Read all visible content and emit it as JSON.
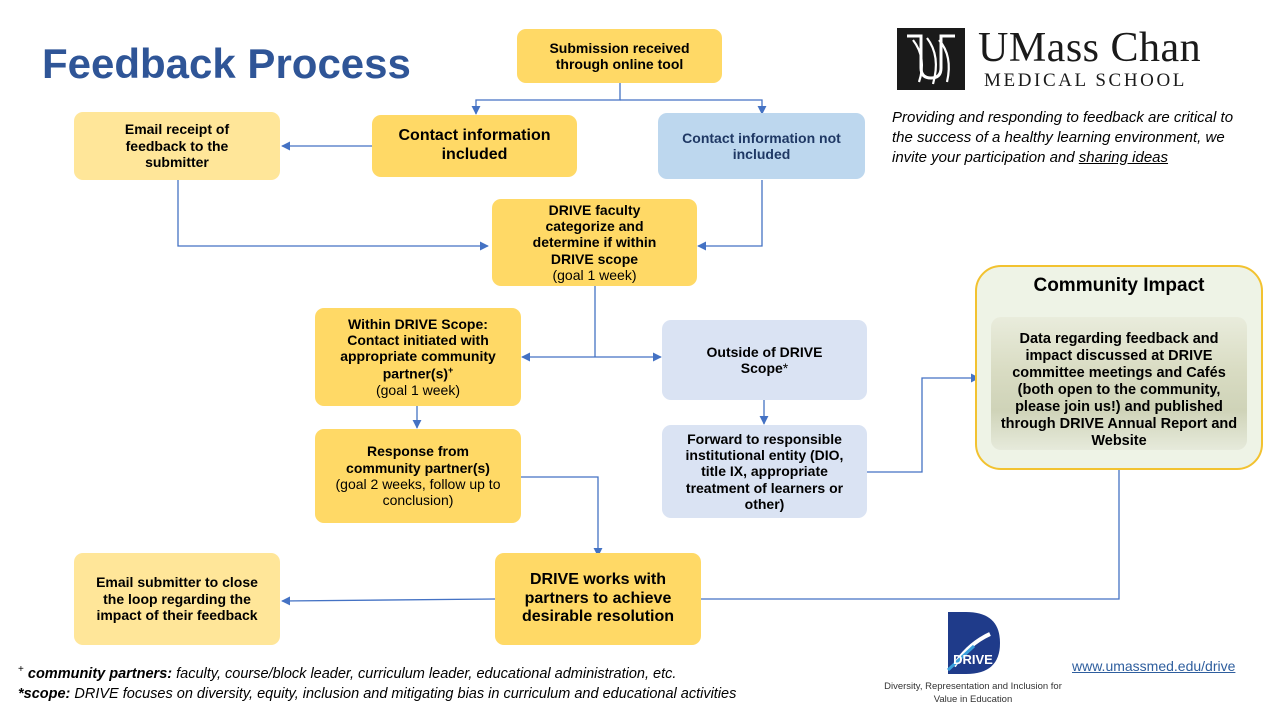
{
  "title": "Feedback Process",
  "logo": {
    "name_line1": "UMass Chan",
    "name_line2": "MEDICAL SCHOOL"
  },
  "tagline": {
    "text": "Providing and responding to feedback are critical to the success of a healthy learning environment, we invite your participation and ",
    "link_text": "sharing ideas"
  },
  "boxes": {
    "submission": "Submission received through online tool",
    "email_receipt": "Email receipt of feedback to the  submitter",
    "contact_included": "Contact information included",
    "contact_not_included": "Contact information not included",
    "categorize_bold": "DRIVE faculty categorize and determine if within DRIVE scope",
    "categorize_goal": "(goal 1 week)",
    "within_scope_bold": "Within DRIVE Scope: Contact initiated with appropriate community partner(s)",
    "within_scope_sup": "+",
    "within_scope_goal": "(goal 1 week)",
    "outside_scope_text": "Outside of DRIVE Scope",
    "outside_scope_sup": "*",
    "response_bold": "Response from community partner(s)",
    "response_goal": "(goal 2 weeks, follow up to conclusion)",
    "forward_bold": "Forward to responsible institutional entity (DIO, title IX, appropriate treatment of learners or other)",
    "email_close": "Email submitter to close the loop regarding the impact of their feedback",
    "drive_works": "DRIVE works with partners to achieve desirable resolution"
  },
  "community_impact": {
    "title": "Community Impact",
    "body": "Data regarding feedback and impact discussed at DRIVE committee meetings and Cafés (both open to the community, please join us!) and published through DRIVE Annual Report and Website"
  },
  "footnotes": {
    "partners_mark": "+",
    "partners_label": "community partners:",
    "partners_text": " faculty, course/block leader, curriculum leader, educational administration, etc.",
    "scope_label": "*scope:",
    "scope_text": " DRIVE focuses on diversity, equity, inclusion and mitigating bias in curriculum and educational activities"
  },
  "drive_logo": {
    "name": "DRIVE",
    "caption": "Diversity, Representation and Inclusion for Value in Education"
  },
  "website": "www.umassmed.edu/drive",
  "colors": {
    "title": "#2f5597",
    "gold_box": "#ffd966",
    "pale_box": "#ffe699",
    "blue_box": "#bdd7ee",
    "light_blue_box": "#dae3f3",
    "arrow": "#4472c4",
    "impact_border": "#f2c230"
  }
}
